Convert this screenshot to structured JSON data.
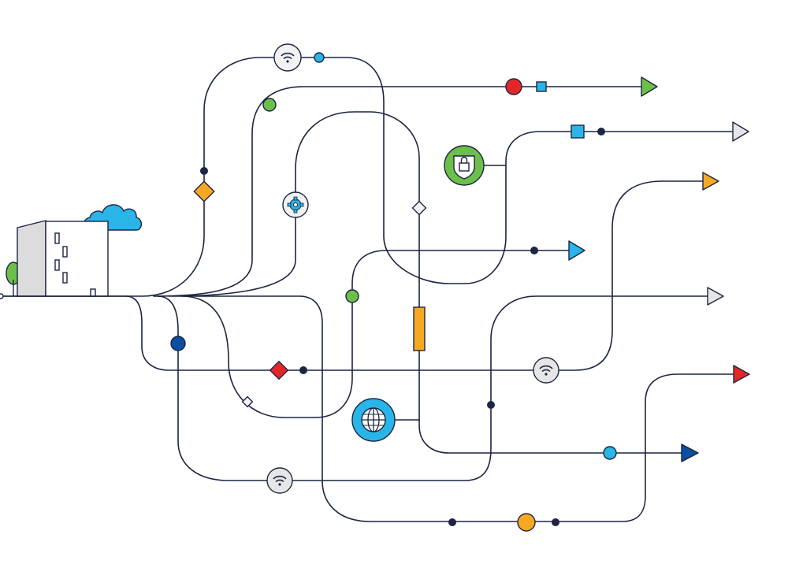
{
  "palette": {
    "line": "#1c2541",
    "green": "#6cc04a",
    "red": "#e32726",
    "light_blue": "#29b5e8",
    "dark_blue": "#0b4ea2",
    "orange": "#f7a823",
    "gray_fill": "#e6e6e6",
    "light_gray": "#f2f2f2",
    "building_side": "#dcdcdc"
  },
  "icons": {
    "building": "office-building-icon",
    "cloud": "cloud-icon",
    "tree": "tree-icon",
    "wifi": "wifi-icon",
    "gear": "gear-icon",
    "lock": "lock-icon",
    "globe": "globe-icon",
    "arrow": "arrowhead-icon"
  },
  "endpoints": [
    {
      "id": "arrow-green-top",
      "color": "#6cc04a"
    },
    {
      "id": "arrow-gray-upper",
      "color": "#e6e6e6"
    },
    {
      "id": "arrow-orange",
      "color": "#f7a823"
    },
    {
      "id": "arrow-light-blue",
      "color": "#29b5e8"
    },
    {
      "id": "arrow-gray-middle",
      "color": "#e6e6e6"
    },
    {
      "id": "arrow-red",
      "color": "#e32726"
    },
    {
      "id": "arrow-dark-blue",
      "color": "#0b4ea2"
    }
  ]
}
